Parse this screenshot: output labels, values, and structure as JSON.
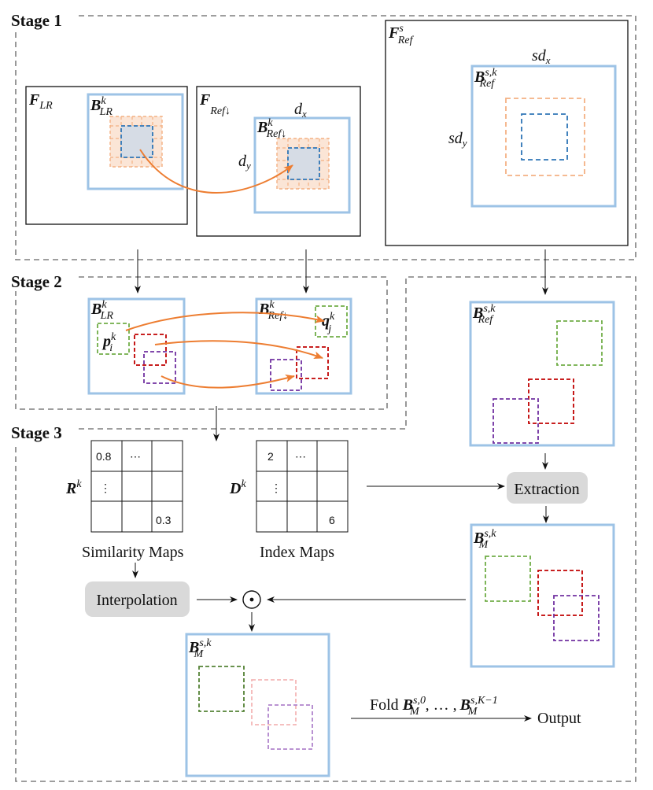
{
  "stages": {
    "stage1": "Stage 1",
    "stage2": "Stage 2",
    "stage3": "Stage 3"
  },
  "labels": {
    "F_LR_main": "F",
    "F_LR_sub": "LR",
    "F_Refdown_main": "F",
    "F_Refdown_sub": "Ref↓",
    "F_sRef_main": "F",
    "F_sRef_sup": "s",
    "F_sRef_sub": "Ref",
    "B_LR_main": "B",
    "B_LR_sup": "k",
    "B_LR_sub": "LR",
    "B_Refdown_main": "B",
    "B_Refdown_sup": "k",
    "B_Refdown_sub": "Ref↓",
    "B_sRef_main": "B",
    "B_sRef_sup": "s,k",
    "B_sRef_sub": "Ref",
    "B_M_main": "B",
    "B_M_sup": "s,k",
    "B_M_sub": "M",
    "d_x": "d",
    "d_x_sub": "x",
    "d_y": "d",
    "d_y_sub": "y",
    "sd_x": "sd",
    "sd_x_sub": "x",
    "sd_y": "sd",
    "sd_y_sub": "y",
    "p_main": "p",
    "p_sup": "k",
    "p_sub": "i",
    "q_main": "q",
    "q_sup": "k",
    "q_sub": "j",
    "R_main": "R",
    "R_sup": "k",
    "D_main": "D",
    "D_sup": "k"
  },
  "similarity_map": {
    "caption": "Similarity Maps",
    "cells": [
      "0.8",
      "⋯",
      "",
      "⋮",
      "",
      "",
      "",
      "",
      "0.3"
    ]
  },
  "index_map": {
    "caption": "Index Maps",
    "cells": [
      "2",
      "⋯",
      "",
      "⋮",
      "",
      "",
      "",
      "",
      "6"
    ]
  },
  "operations": {
    "extraction": "Extraction",
    "interpolation": "Interpolation",
    "hadamard": "⊙"
  },
  "fold": {
    "prefix": "Fold ",
    "b0_main": "B",
    "b0_sup": "s,0",
    "b0_sub": "M",
    "sep": ", … ,",
    "bK_main": "B",
    "bK_sup": "s,K−1",
    "bK_sub": "M"
  },
  "output_label": "Output",
  "colors": {
    "blue_box": "#9dc3e6",
    "orange_dash": "#f4b183",
    "dark_blue_dash": "#2e75b6",
    "green_dash": "#70ad47",
    "red_dash": "#c00000",
    "purple_dash": "#7030a0",
    "arrow_orange": "#ed7d31",
    "gray_dash": "#7f7f7f",
    "op_fill": "#d9d9d9"
  }
}
